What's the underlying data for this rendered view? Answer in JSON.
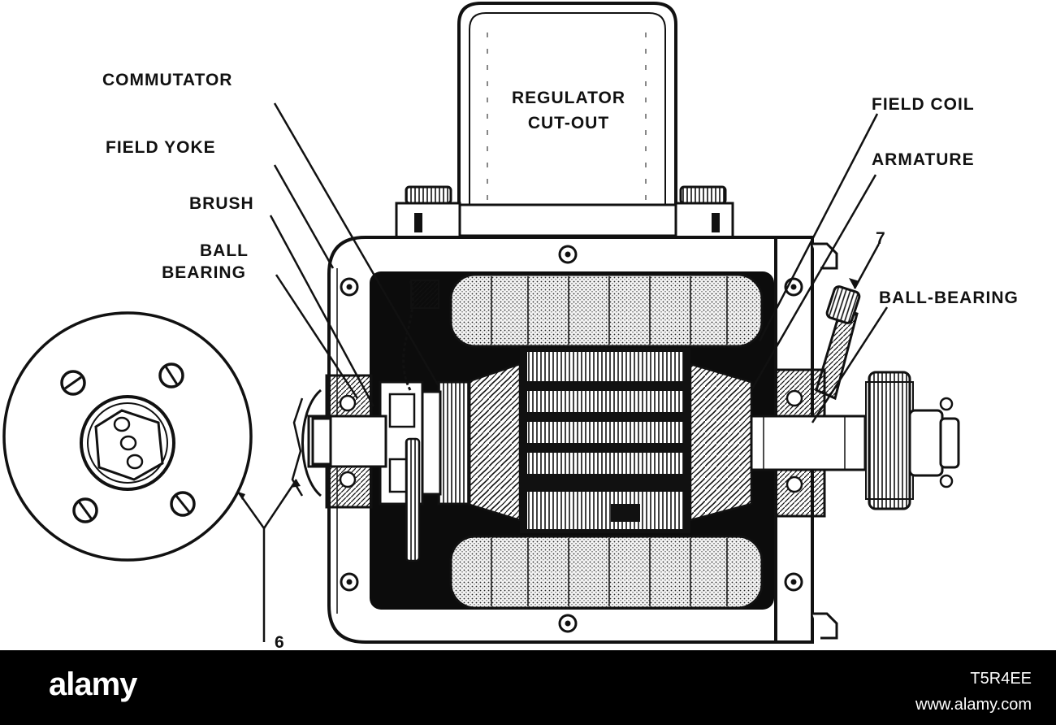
{
  "labels": {
    "regulator_line1": "REGULATOR",
    "regulator_line2": "CUT-OUT",
    "commutator": "COMMUTATOR",
    "field_yoke": "FIELD YOKE",
    "brush": "BRUSH",
    "ball_bearing_left_line1": "BALL",
    "ball_bearing_left_line2": "BEARING",
    "field_coil": "FIELD COIL",
    "armature": "ARMATURE",
    "ball_bearing_right": "BALL-BEARING",
    "ref_7": "7",
    "ref_6": "6"
  },
  "footer": {
    "brand": "alamy",
    "image_id": "T5R4EE",
    "site": "www.alamy.com"
  },
  "colors": {
    "ink": "#111111",
    "paper": "#ffffff",
    "footer_bg": "#000000",
    "footer_text": "#ffffff"
  }
}
